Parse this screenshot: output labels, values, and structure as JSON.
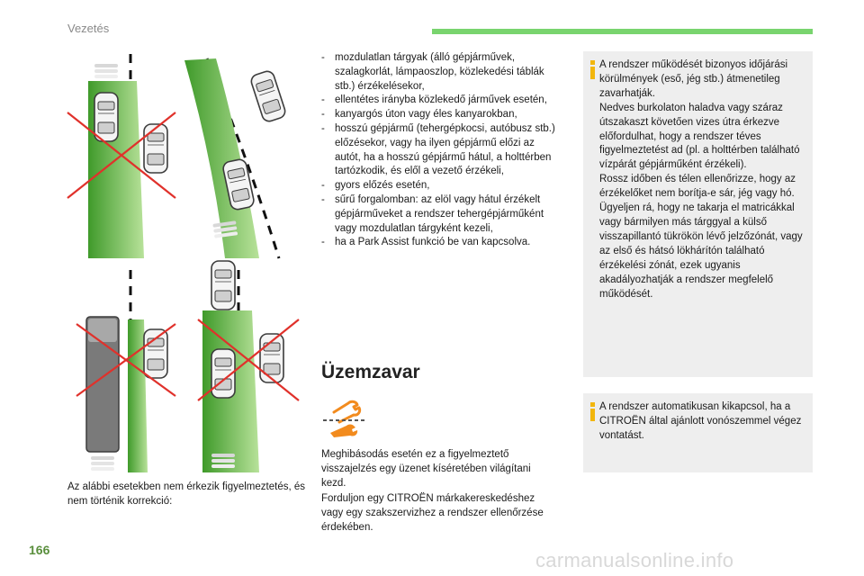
{
  "header": {
    "title": "Vezetés",
    "accent_color": "#79d46e"
  },
  "page_number": "166",
  "watermark": "carmanualsonline.info",
  "illustrations": {
    "icon": "lane-keeping-scenarios-illustration",
    "road_color": "#5fae3a",
    "cross_color": "#e0312b"
  },
  "left_caption": "Az alábbi esetekben nem érkezik figyelmeztetés, és nem történik korrekció:",
  "bullet_list": [
    "mozdulatlan tárgyak (álló gépjárművek, szalagkorlát, lámpaoszlop, közlekedési táblák stb.) érzékelésekor,",
    "ellentétes irányba közlekedő járművek esetén,",
    "kanyargós úton vagy éles kanyarokban,",
    "hosszú gépjármű (tehergépkocsi, autóbusz stb.) előzésekor, vagy ha ilyen gépjármű előzi az autót, ha a hosszú gépjármű hátul, a holttérben tartózkodik, és elől a vezető érzékeli,",
    "gyors előzés esetén,",
    "sűrű forgalomban: az elöl vagy hátul érzékelt gépjárműveket a rendszer tehergépjárműként vagy mozdulatlan tárgyként kezeli,",
    "ha a Park Assist funkció be van kapcsolva."
  ],
  "bullet_dash": "-",
  "malfunction": {
    "title": "Üzemzavar",
    "icon": "wrench-warning-icon",
    "icon_color": "#f28b1e",
    "text": "Meghibásodás esetén ez a figyelmeztető visszajelzés egy üzenet kíséretében világítani kezd.\nForduljon egy CITROËN márkakereskedéshez vagy egy szakszervizhez a rendszer ellenőrzése érdekében."
  },
  "info_boxes": [
    {
      "icon": "info-icon",
      "text": "A rendszer működését bizonyos időjárási körülmények (eső, jég stb.) átmenetileg zavarhatják.\nNedves burkolaton haladva vagy száraz útszakaszt követően vizes útra érkezve előfordulhat, hogy a rendszer téves figyelmeztetést ad (pl. a holttérben található vízpárát gépjárműként érzékeli).\nRossz időben és télen ellenőrizze, hogy az érzékelőket nem borítja-e sár, jég vagy hó.\nÜgyeljen rá, hogy ne takarja el matricákkal vagy bármilyen más tárggyal a külső visszapillantó tükrökön lévő jelzőzónát, vagy az első és hátsó lökhárítón található érzékelési zónát, ezek ugyanis akadályozhatják a rendszer megfelelő működését."
    },
    {
      "icon": "info-icon",
      "text": "A rendszer automatikusan kikapcsol, ha a CITROËN által ajánlott vonószemmel végez vontatást."
    }
  ]
}
